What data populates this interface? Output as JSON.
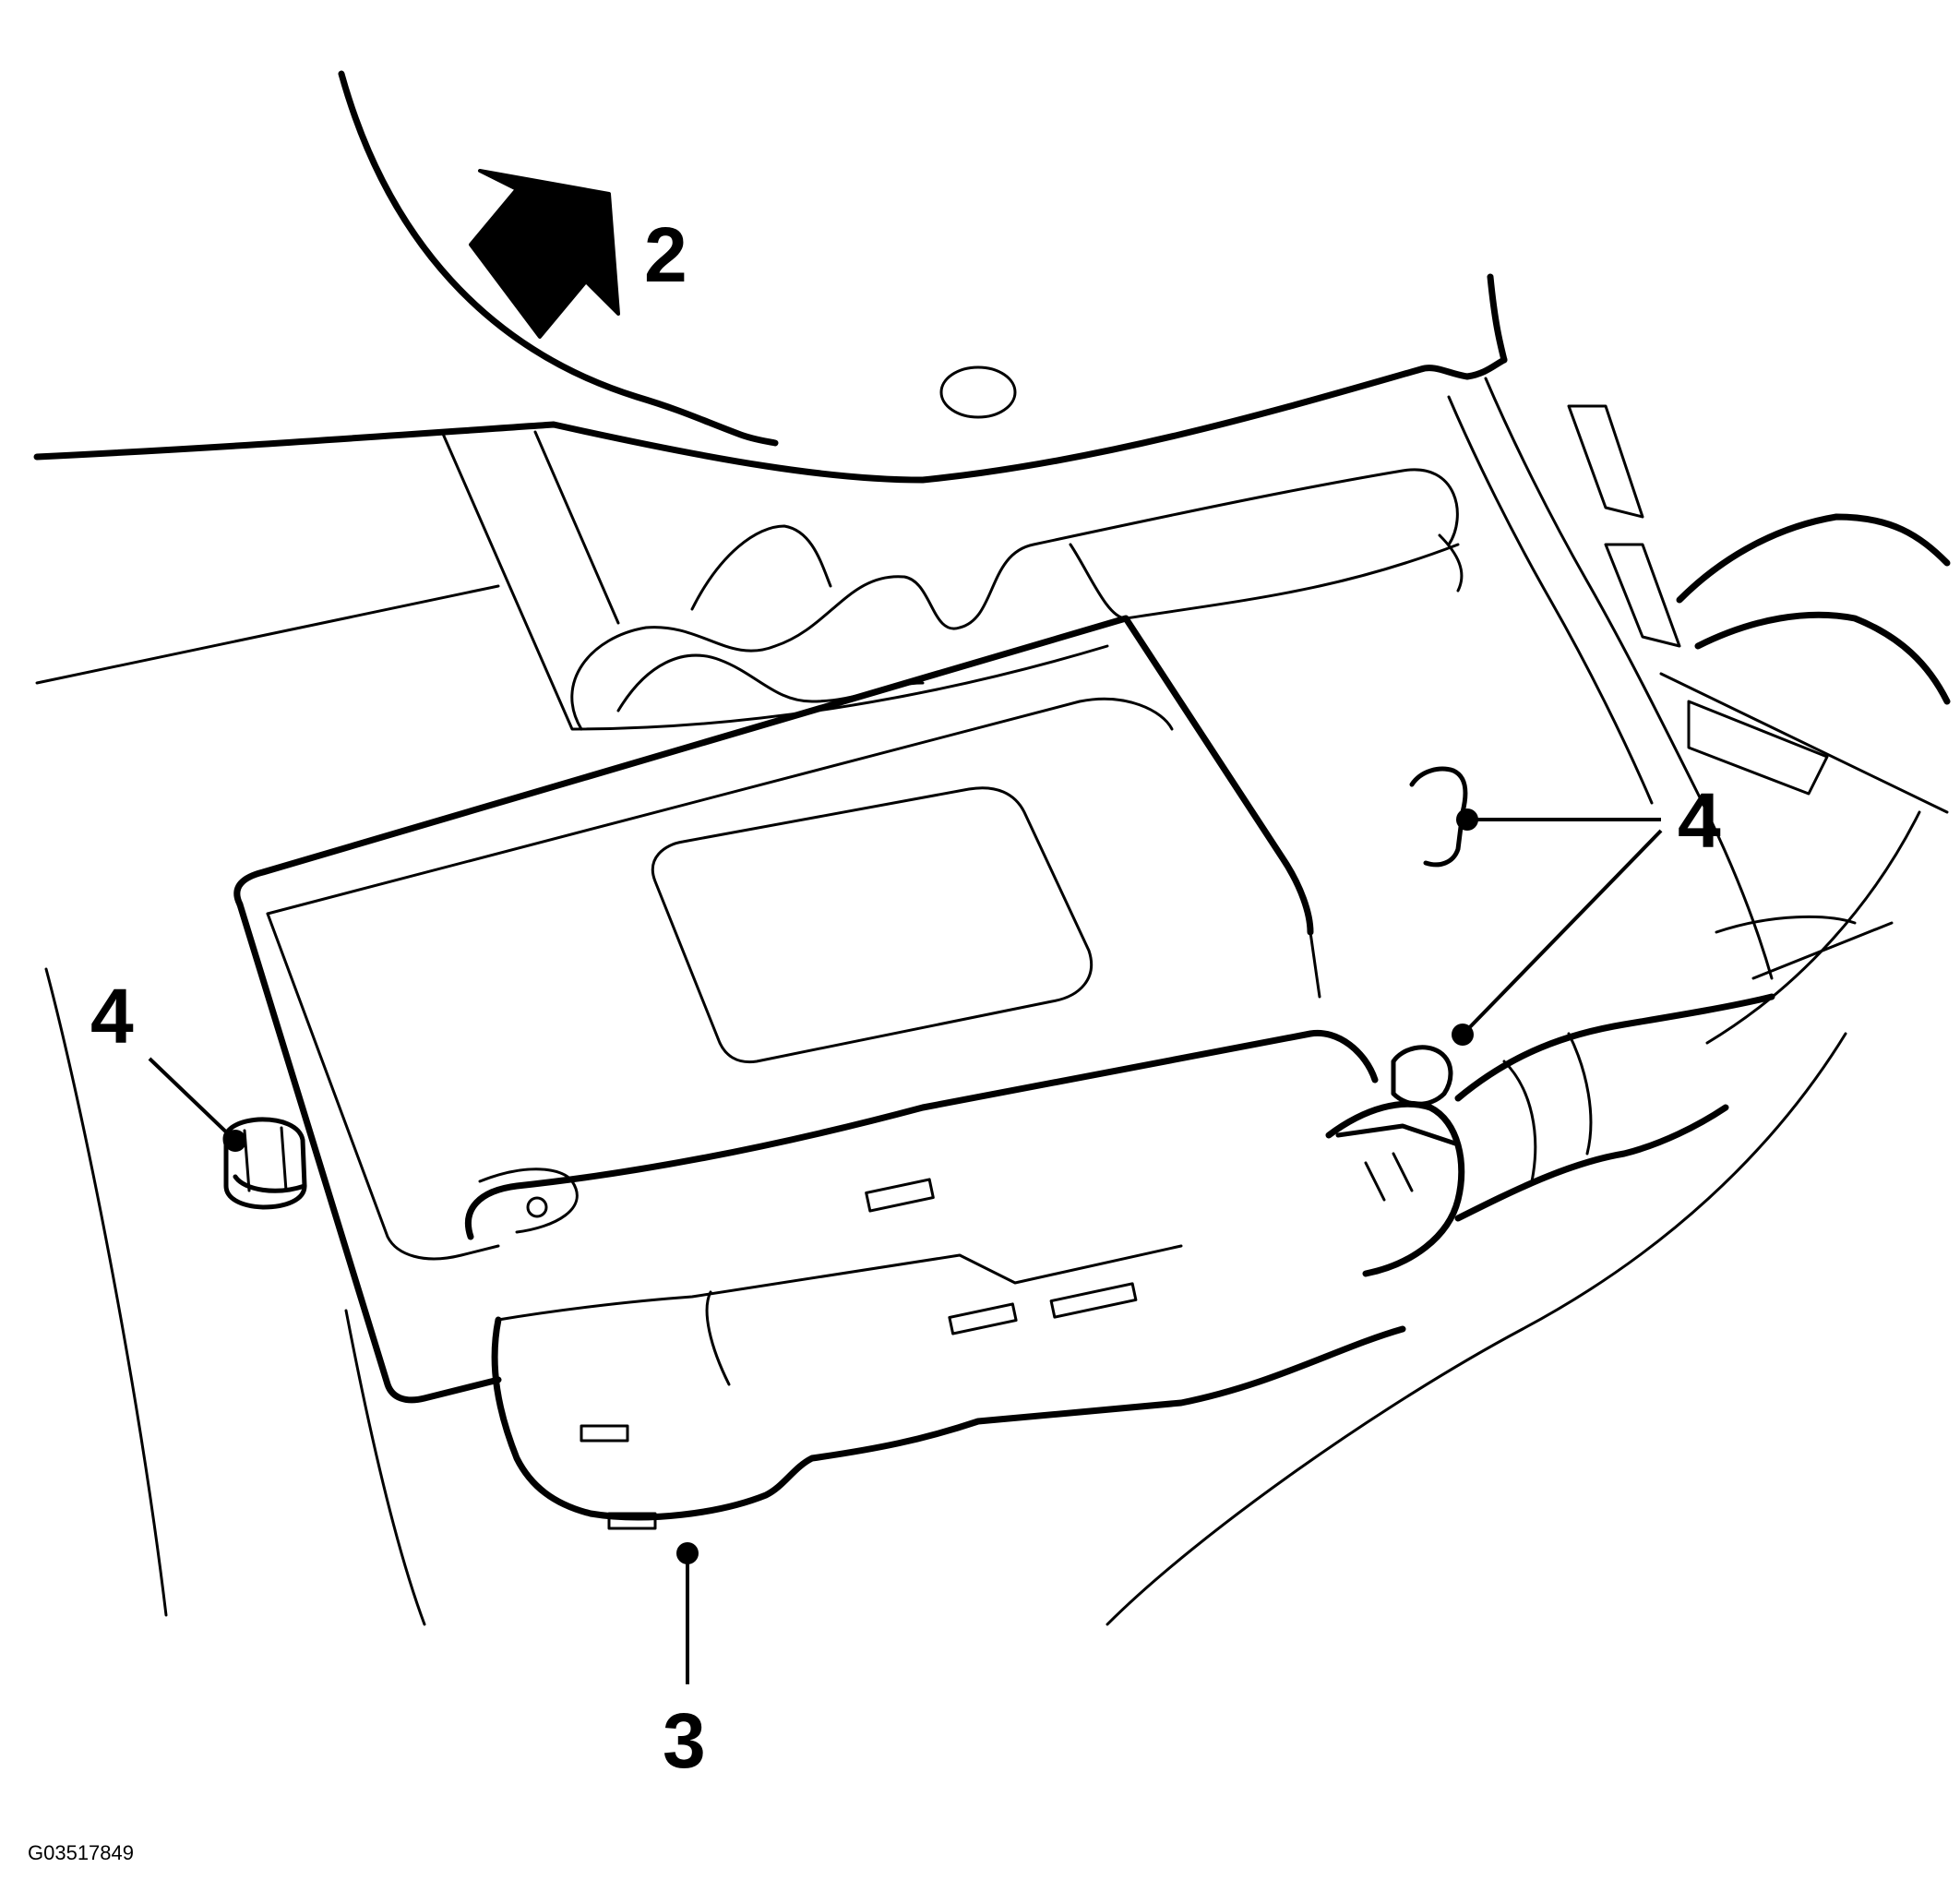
{
  "figure": {
    "figure_id": "G03517849",
    "callouts": {
      "forward_arrow": "2",
      "module": "3",
      "fastener_left": "4",
      "fastener_right": "4"
    },
    "line_color": "#000000",
    "background_color": "#ffffff"
  }
}
